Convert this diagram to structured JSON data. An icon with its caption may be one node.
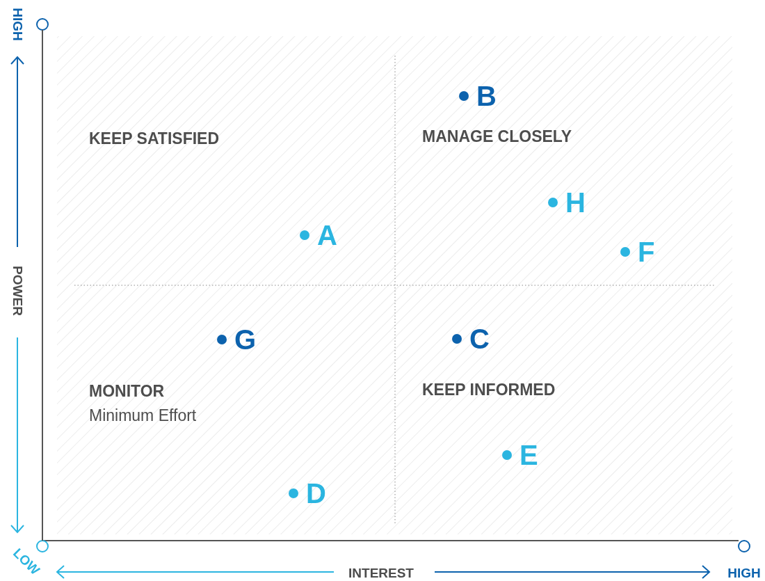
{
  "diagram": {
    "labels": [
      "HIGH",
      "B",
      "KEEP SATISFIED",
      "MANAGE CLOSELY",
      "H",
      "A",
      "F",
      "POWER",
      "G",
      "C",
      "MONITOR",
      "Minimum Effort",
      "KEEP INFORMED",
      "E",
      "D",
      "LOW",
      "INTEREST",
      "HIGH"
    ]
  }
}
